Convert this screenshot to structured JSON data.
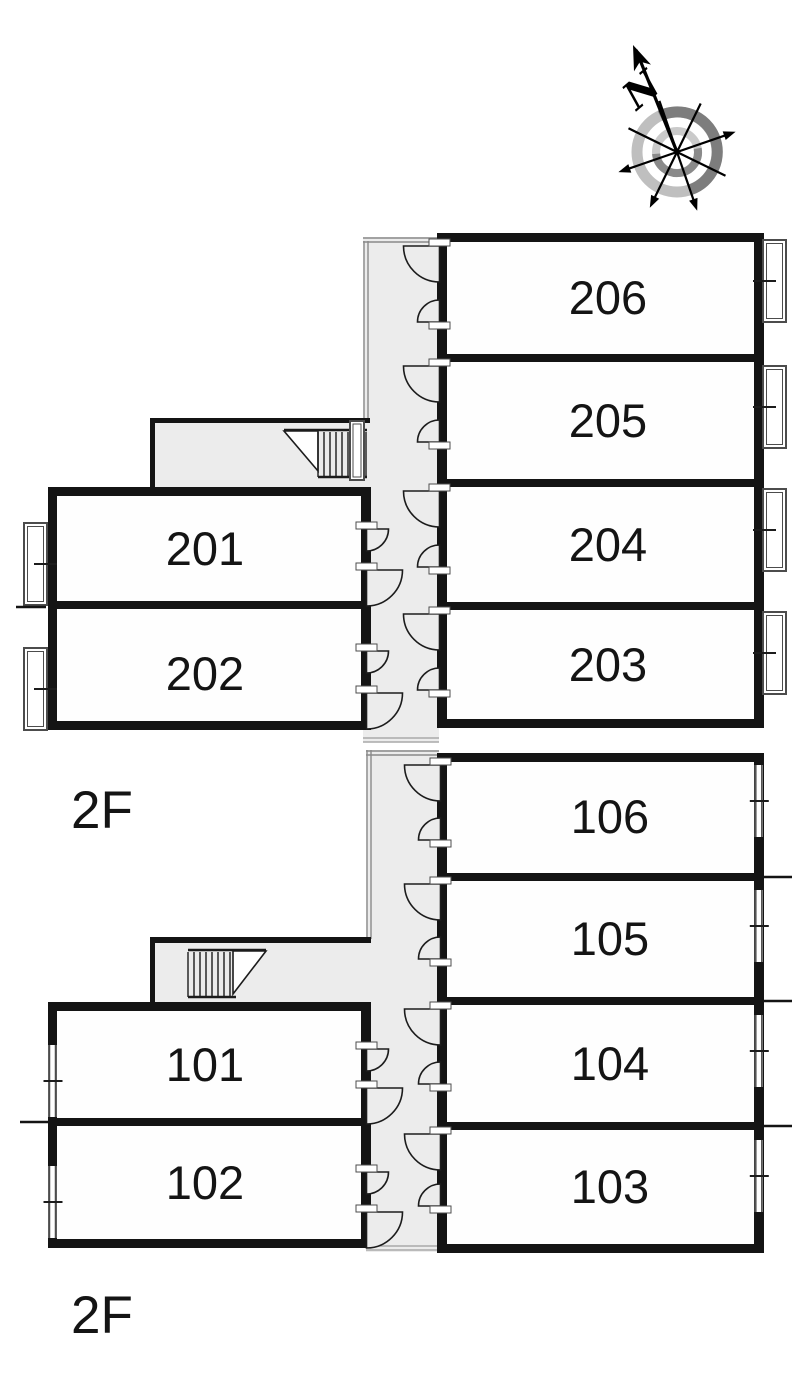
{
  "compass": {
    "north_label": "N"
  },
  "floor_upper": {
    "label": "2F",
    "rooms": {
      "r201": "201",
      "r202": "202",
      "r203": "203",
      "r204": "204",
      "r205": "205",
      "r206": "206"
    }
  },
  "floor_lower": {
    "label": "2F",
    "rooms": {
      "r101": "101",
      "r102": "102",
      "r103": "103",
      "r104": "104",
      "r105": "105",
      "r106": "106"
    }
  },
  "icons": {
    "compass": "compass-rose-icon",
    "stairs": "stairs-icon",
    "door": "door-swing-icon",
    "window": "window-icon"
  },
  "colors": {
    "wall": "#141414",
    "corridor_fill": "#ececec",
    "room_fill": "#fefefe",
    "outline": "#8a8a8a",
    "outline_soft": "#a9a9a9",
    "window_stroke": "#4c4c4c",
    "door_stroke": "#1c1c1c",
    "text": "#141414",
    "compass_ring_dark": "#7d7d7d",
    "compass_ring_light": "#bfbfbf",
    "compass_ring_inner_dark": "#8a8a8a",
    "compass_ring_inner_light": "#cacaca"
  }
}
